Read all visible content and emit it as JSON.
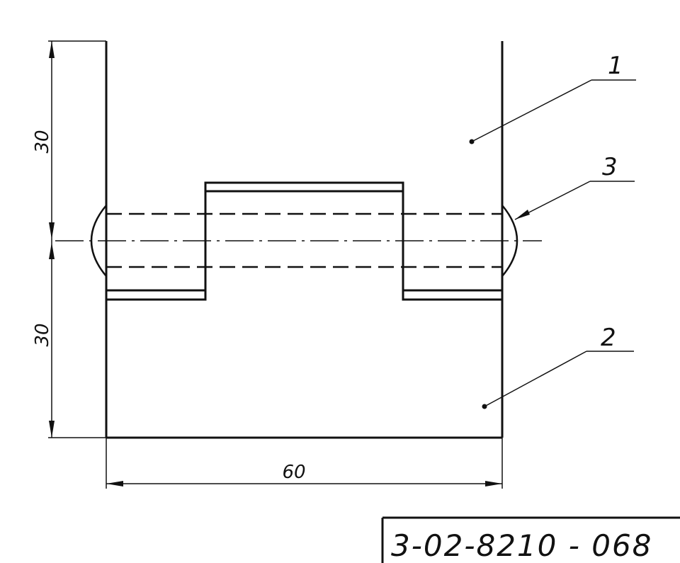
{
  "drawing": {
    "part_numbers": {
      "leaf_top": "1",
      "pin": "3",
      "leaf_bottom": "2"
    },
    "dimensions": {
      "top_height": "30",
      "bottom_height": "30",
      "width": "60"
    },
    "document_code": "3-02-8210 - 068",
    "line_color": "#111111"
  }
}
